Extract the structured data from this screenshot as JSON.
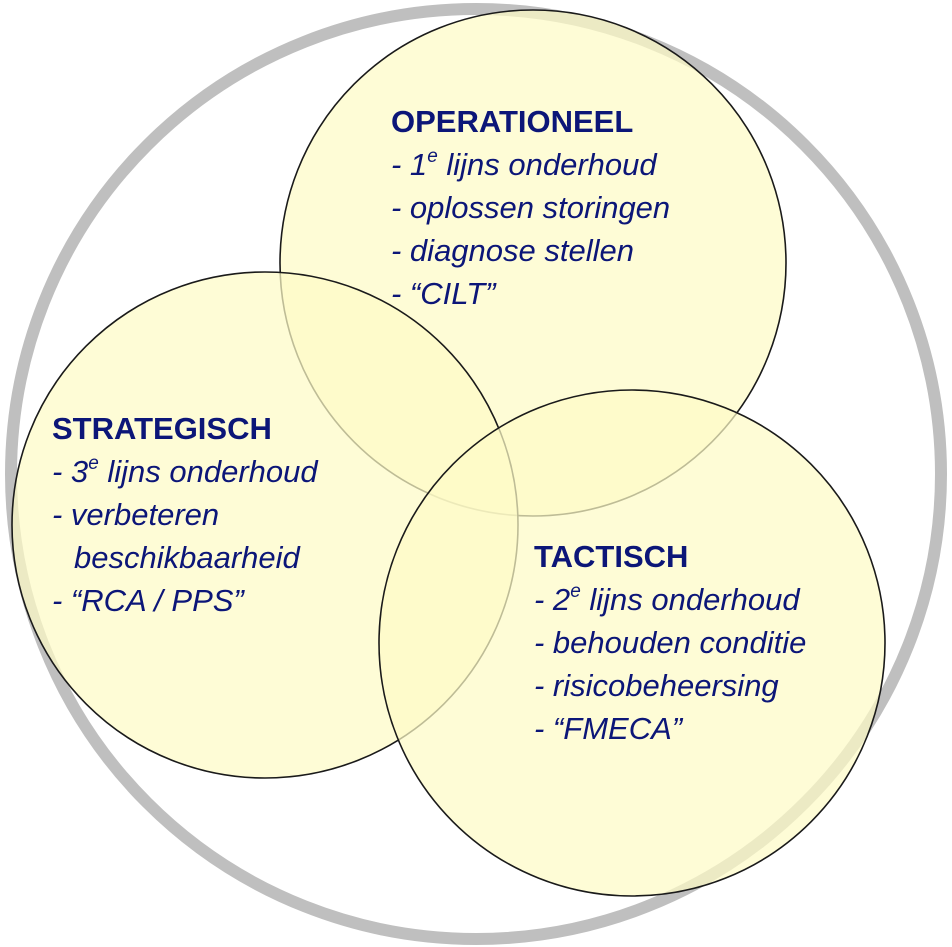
{
  "colors": {
    "outer_ring": "#bfbfbf",
    "circle_fill": "#fdfbc6",
    "circle_stroke": "#1a1a1a",
    "text": "#0c1678"
  },
  "operational": {
    "title": "OPERATIONEEL",
    "items": [
      {
        "pre": "- 1",
        "sup": "e",
        "post": " lijns onderhoud"
      },
      {
        "pre": "- oplossen storingen",
        "sup": "",
        "post": ""
      },
      {
        "pre": "- diagnose stellen",
        "sup": "",
        "post": ""
      },
      {
        "pre": "- “CILT”",
        "sup": "",
        "post": ""
      }
    ]
  },
  "strategic": {
    "title": "STRATEGISCH",
    "items": [
      {
        "pre": "- 3",
        "sup": "e",
        "post": " lijns onderhoud"
      },
      {
        "pre": "- verbeteren",
        "sup": "",
        "post": ""
      },
      {
        "pre": "beschikbaarheid",
        "sup": "",
        "post": ""
      },
      {
        "pre": "- “RCA / PPS”",
        "sup": "",
        "post": ""
      }
    ]
  },
  "tactical": {
    "title": "TACTISCH",
    "items": [
      {
        "pre": "- 2",
        "sup": "e",
        "post": " lijns onderhoud"
      },
      {
        "pre": "- behouden conditie",
        "sup": "",
        "post": ""
      },
      {
        "pre": "- risicobeheersing",
        "sup": "",
        "post": ""
      },
      {
        "pre": "- “FMECA”",
        "sup": "",
        "post": ""
      }
    ]
  }
}
